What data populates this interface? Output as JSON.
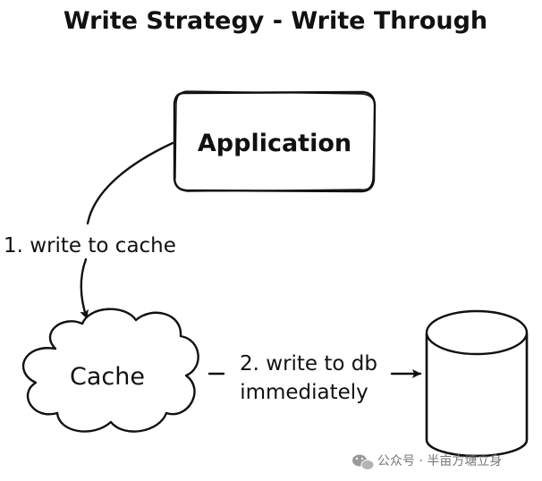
{
  "diagram": {
    "title": "Write Strategy - Write Through",
    "nodes": {
      "application": "Application",
      "cache": "Cache"
    },
    "edges": {
      "app_to_cache": "1. write to cache",
      "cache_to_db_line1": "2. write to db",
      "cache_to_db_line2": "immediately"
    }
  },
  "watermark": {
    "text": "公众号 · 半亩方塘立身"
  },
  "colors": {
    "stroke": "#111111",
    "background": "#ffffff",
    "watermark": "#777777"
  }
}
